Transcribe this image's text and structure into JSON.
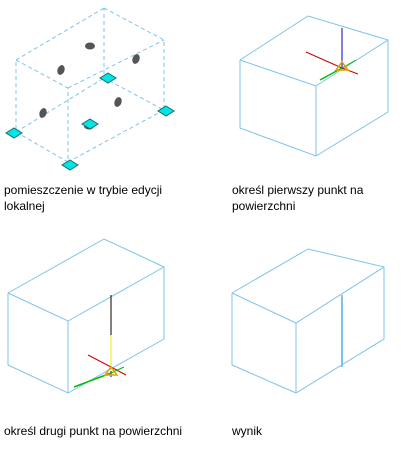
{
  "captions": {
    "step1": "pomieszczenie w trybie edycji lokalnej",
    "step2": "określ pierwszy punkt na powierzchni",
    "step3": "określ drugi punkt na powierzchni",
    "step4": "wynik"
  },
  "colors": {
    "box_edge": "#7fc3ea",
    "grip": "#00e6e6",
    "grip_border": "#1a6d6d",
    "hole": "#555555",
    "axis_x": "#cc0000",
    "axis_y": "#0000cc",
    "axis_z": "#00bb00",
    "snap_marker": "#e8a000",
    "cut_line": "#7fc3ea"
  },
  "icons": {
    "grip": "diamond-grip-icon",
    "ucs": "ucs-axis-icon",
    "snap": "snap-triangle-icon"
  }
}
